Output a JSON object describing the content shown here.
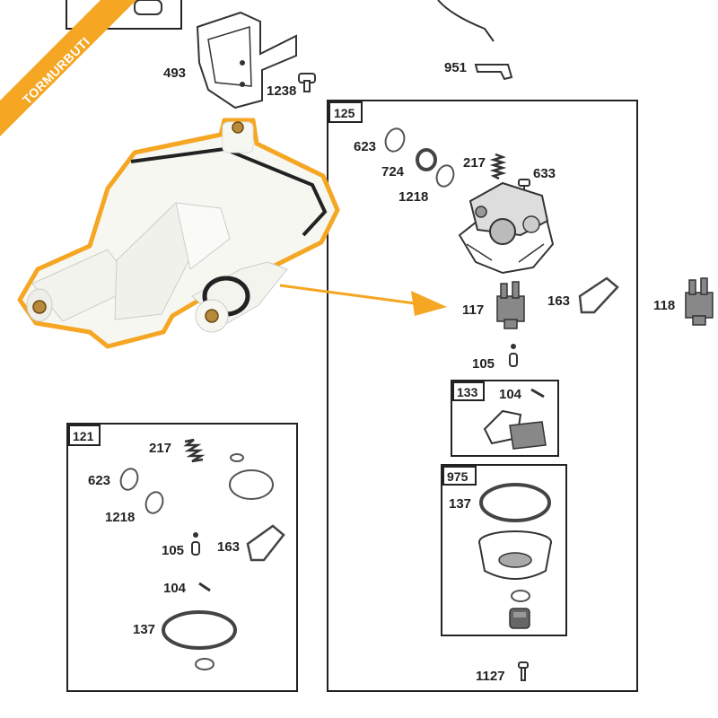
{
  "watermark": "TORMURBUTI",
  "colors": {
    "highlight": "#f5a623",
    "ink": "#222222",
    "plastic": "#f7f7f2",
    "brass": "#b98a3a"
  },
  "free_labels": {
    "l493": "493",
    "l1238": "1238",
    "l951": "951",
    "l118": "118"
  },
  "box125": {
    "tag": "125",
    "l623": "623",
    "l724": "724",
    "l217": "217",
    "l633": "633",
    "l1218": "1218",
    "l117": "117",
    "l163": "163",
    "l105": "105",
    "l1127": "1127",
    "box133": {
      "tag": "133",
      "l104": "104"
    },
    "box975": {
      "tag": "975",
      "l137": "137"
    }
  },
  "box121": {
    "tag": "121",
    "l217": "217",
    "l623": "623",
    "l1218": "1218",
    "l105": "105",
    "l163": "163",
    "l104": "104",
    "l137": "137"
  }
}
